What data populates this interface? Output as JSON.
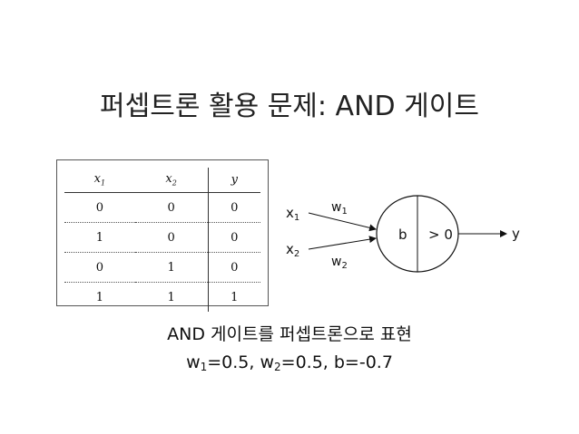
{
  "title": "퍼셉트론 활용 문제: AND 게이트",
  "truth_table": {
    "headers": [
      {
        "base": "x",
        "sub": "1"
      },
      {
        "base": "x",
        "sub": "2"
      },
      {
        "base": "y",
        "sub": ""
      }
    ],
    "rows": [
      [
        "0",
        "0",
        "0"
      ],
      [
        "1",
        "0",
        "0"
      ],
      [
        "0",
        "1",
        "0"
      ],
      [
        "1",
        "1",
        "1"
      ]
    ]
  },
  "diagram": {
    "x1": "x",
    "x1_sub": "1",
    "x2": "x",
    "x2_sub": "2",
    "w1": "w",
    "w1_sub": "1",
    "w2": "w",
    "w2_sub": "2",
    "bias": "b",
    "threshold": "> 0",
    "output": "y"
  },
  "caption": {
    "line1": "AND 게이트를 퍼셉트론으로 표현",
    "w1_label": "w",
    "w1_sub": "1",
    "w1_value": "=0.5, ",
    "w2_label": "w",
    "w2_sub": "2",
    "w2_value": "=0.5, ",
    "b_text": "b=-0.7"
  }
}
